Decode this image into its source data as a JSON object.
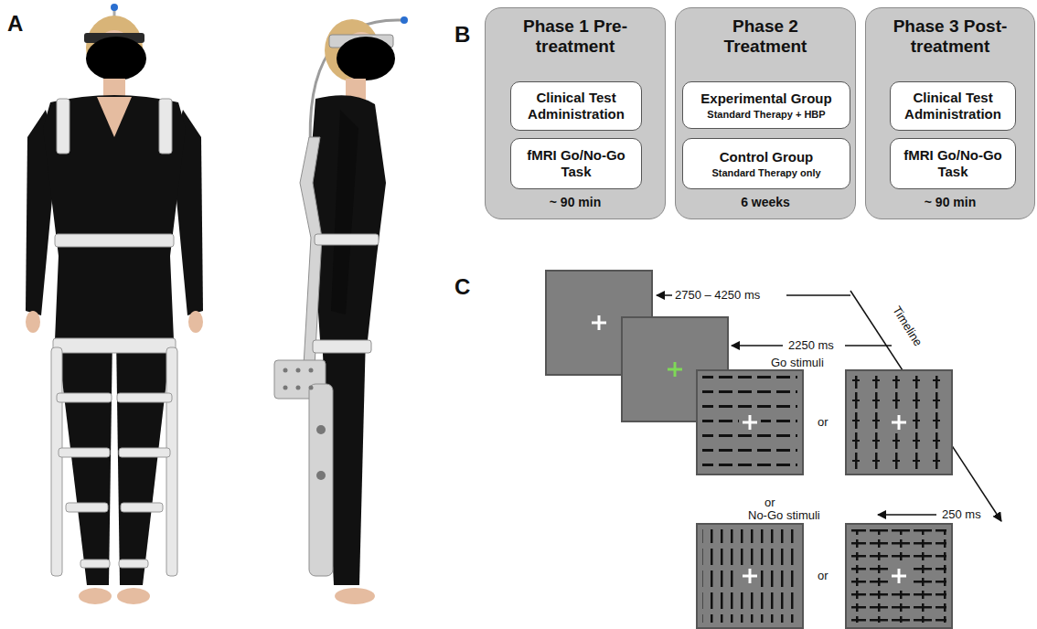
{
  "diagram": {
    "nodes": [
      {
        "text": [
          "Phase 1 Pre-treatment",
          "~ 90 min"
        ]
      },
      {
        "text": [
          "Clinical Test Administration"
        ],
        "in": 0
      },
      {
        "text": [
          "fMRI Go/No-Go Task"
        ],
        "in": 0
      },
      {
        "text": [
          "Phase 2 Treatment",
          "6 weeks"
        ]
      },
      {
        "text": [
          "Experimental Group",
          "Standard Therapy + HBP"
        ],
        "in": 3
      },
      {
        "text": [
          "Control Group",
          "Standard Therapy only"
        ],
        "in": 3
      },
      {
        "text": [
          "Phase 3 Post-treatment",
          "~ 90 min"
        ]
      },
      {
        "text": [
          "Clinical Test Administration"
        ],
        "in": 6
      },
      {
        "text": [
          "fMRI Go/No-Go Task"
        ],
        "in": 6
      }
    ],
    "labels": [
      "A",
      "B",
      "C",
      "2750 – 4250 ms",
      "2250 ms",
      "Go stimuli",
      "or",
      "or",
      "No-Go stimuli",
      "250 ms",
      "or",
      "Timeline"
    ]
  }
}
